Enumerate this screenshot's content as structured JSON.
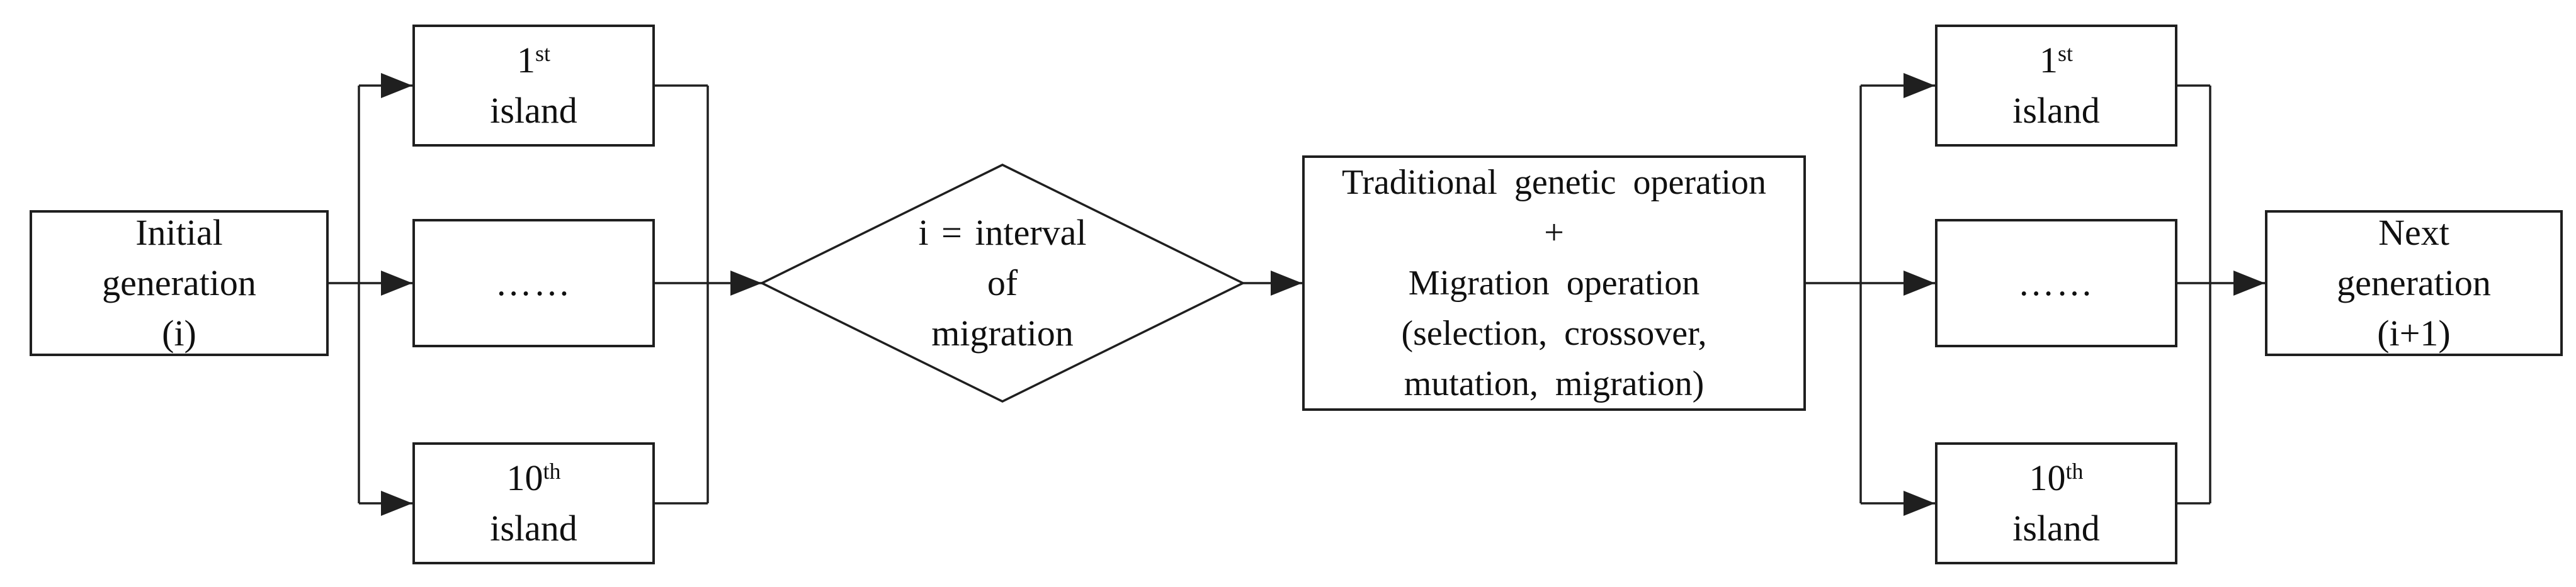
{
  "colors": {
    "background": "#ffffff",
    "stroke": "#1f1f1f",
    "text": "#101010"
  },
  "nodes": {
    "initial_generation": {
      "lines": [
        "Initial",
        "generation",
        "(i)"
      ]
    },
    "left_islands": {
      "first": {
        "num": "1",
        "ord": "st",
        "word": "island"
      },
      "middle": {
        "dots": "……"
      },
      "tenth": {
        "num": "10",
        "ord": "th",
        "word": "island"
      }
    },
    "decision": {
      "lines": [
        "i = interval",
        "of",
        "migration"
      ]
    },
    "operation": {
      "lines": [
        "Traditional genetic operation",
        "+",
        "Migration operation",
        "(selection, crossover,",
        "mutation, migration)"
      ]
    },
    "right_islands": {
      "first": {
        "num": "1",
        "ord": "st",
        "word": "island"
      },
      "middle": {
        "dots": "……"
      },
      "tenth": {
        "num": "10",
        "ord": "th",
        "word": "island"
      }
    },
    "next_generation": {
      "lines": [
        "Next",
        "generation",
        "(i+1)"
      ]
    }
  }
}
